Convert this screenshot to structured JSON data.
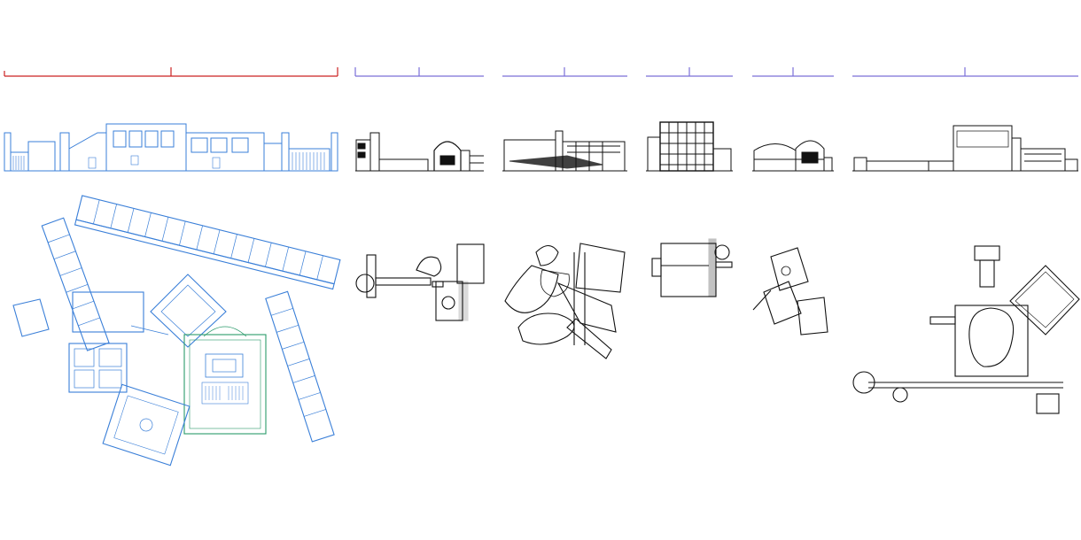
{
  "sheet": {
    "background": "#ffffff",
    "panels": [
      {
        "id": "p1",
        "ruler_color": "#cc2222",
        "line_color": "#3a7fd8",
        "style": "blue-plan"
      },
      {
        "id": "p2",
        "ruler_color": "#7a6fd8",
        "line_color": "#111111",
        "style": "black-plan"
      },
      {
        "id": "p3",
        "ruler_color": "#7a6fd8",
        "line_color": "#111111",
        "style": "black-plan"
      },
      {
        "id": "p4",
        "ruler_color": "#7a6fd8",
        "line_color": "#111111",
        "style": "black-plan"
      },
      {
        "id": "p5",
        "ruler_color": "#7a6fd8",
        "line_color": "#111111",
        "style": "black-plan"
      },
      {
        "id": "p6",
        "ruler_color": "#7a6fd8",
        "line_color": "#111111",
        "style": "black-plan"
      }
    ],
    "accent_colors": {
      "plan_blue": "#3a7fd8",
      "plan_green": "#2a9a6a",
      "ink": "#111111"
    }
  }
}
